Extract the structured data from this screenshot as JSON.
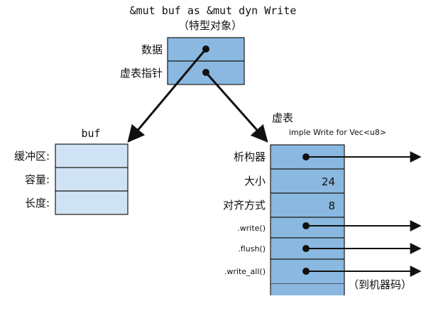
{
  "title": {
    "line1": "&mut buf as &mut dyn Write",
    "line2": "（特型对象）"
  },
  "trait_object": {
    "fields": [
      "数据",
      "虚表指针"
    ]
  },
  "buf": {
    "label": "buf",
    "fields": [
      "缓冲区:",
      "容量:",
      "长度:"
    ]
  },
  "vtable": {
    "label": "虚表",
    "sublabel": "imple Write for Vec<u8>",
    "rows": [
      {
        "label": "析构器",
        "value": ""
      },
      {
        "label": "大小",
        "value": "24"
      },
      {
        "label": "对齐方式",
        "value": "8"
      },
      {
        "label": ".write()",
        "value": ""
      },
      {
        "label": ".flush()",
        "value": ""
      },
      {
        "label": ".write_all()",
        "value": ""
      }
    ],
    "footer": "（到机器码）"
  },
  "colors": {
    "trait_box": "#8ab8e0",
    "buf_box": "#d0e3f4",
    "vtable_box": "#8ab8e0",
    "stroke": "#1a1a1a"
  }
}
